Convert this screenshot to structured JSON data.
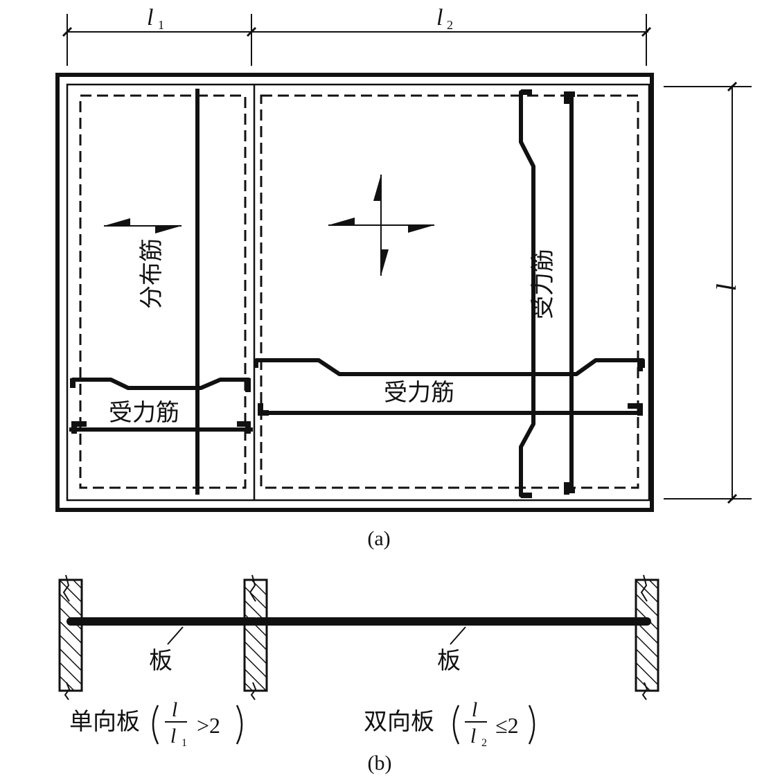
{
  "figure_a": {
    "dim_top_left": "l",
    "dim_top_left_sub": "1",
    "dim_top_right": "l",
    "dim_top_right_sub": "2",
    "dim_right": "l",
    "label_distribution_bar": "分布筋",
    "label_main_bar_left": "受力筋",
    "label_main_bar_center": "受力筋",
    "label_main_bar_vertical": "受力筋",
    "caption": "(a)"
  },
  "figure_b": {
    "slab_label_left": "板",
    "slab_label_right": "板",
    "one_way_name": "单向板",
    "one_way_num": "l",
    "one_way_den": "l",
    "one_way_den_sub": "1",
    "one_way_cond": ">2",
    "two_way_name": "双向板",
    "two_way_num": "l",
    "two_way_den": "l",
    "two_way_den_sub": "2",
    "two_way_cond": "≤2",
    "caption": "(b)"
  }
}
